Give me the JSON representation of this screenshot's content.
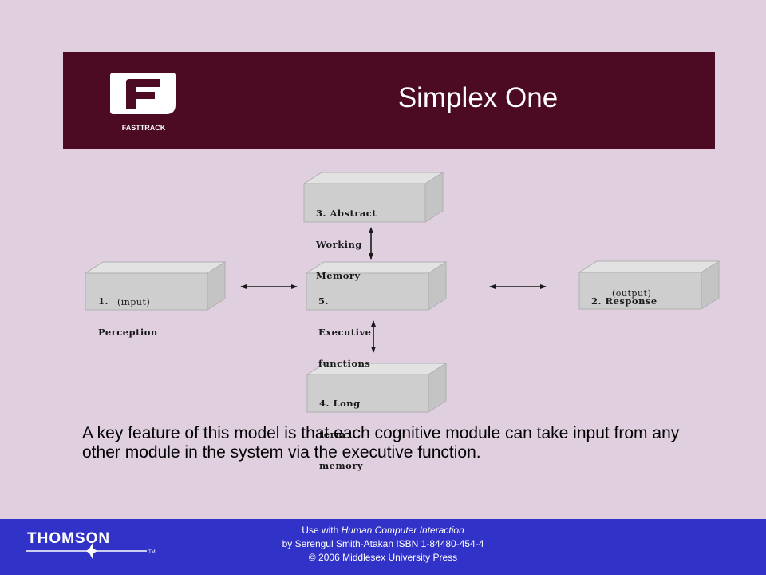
{
  "header": {
    "title": "Simplex One",
    "logo_text": "FASTTRACK",
    "logo_letter": "F",
    "background": "#4d0a23"
  },
  "diagram": {
    "boxes": {
      "abstract": {
        "lines": [
          "3. Abstract",
          "Working",
          "Memory"
        ]
      },
      "perception": {
        "lines": [
          "1.",
          "Perception"
        ],
        "sub": "(input)"
      },
      "executive": {
        "lines": [
          "5.",
          "Executive",
          "functions"
        ]
      },
      "response": {
        "lines": [
          "2. Response"
        ],
        "sub": "(output)"
      },
      "longterm": {
        "lines": [
          "4. Long",
          "term",
          "memory"
        ]
      }
    }
  },
  "body": {
    "text": "A key feature of this model is that each cognitive module can take input from any other module in the system via the executive function."
  },
  "footer": {
    "brand": "THOMSON",
    "tm": "TM",
    "use_with_prefix": "Use with ",
    "book_title": "Human Computer Interaction",
    "byline": "by Serengul Smith-Atakan ISBN 1-84480-454-4",
    "copyright": "© 2006 Middlesex University Press",
    "background": "#3132c8"
  }
}
